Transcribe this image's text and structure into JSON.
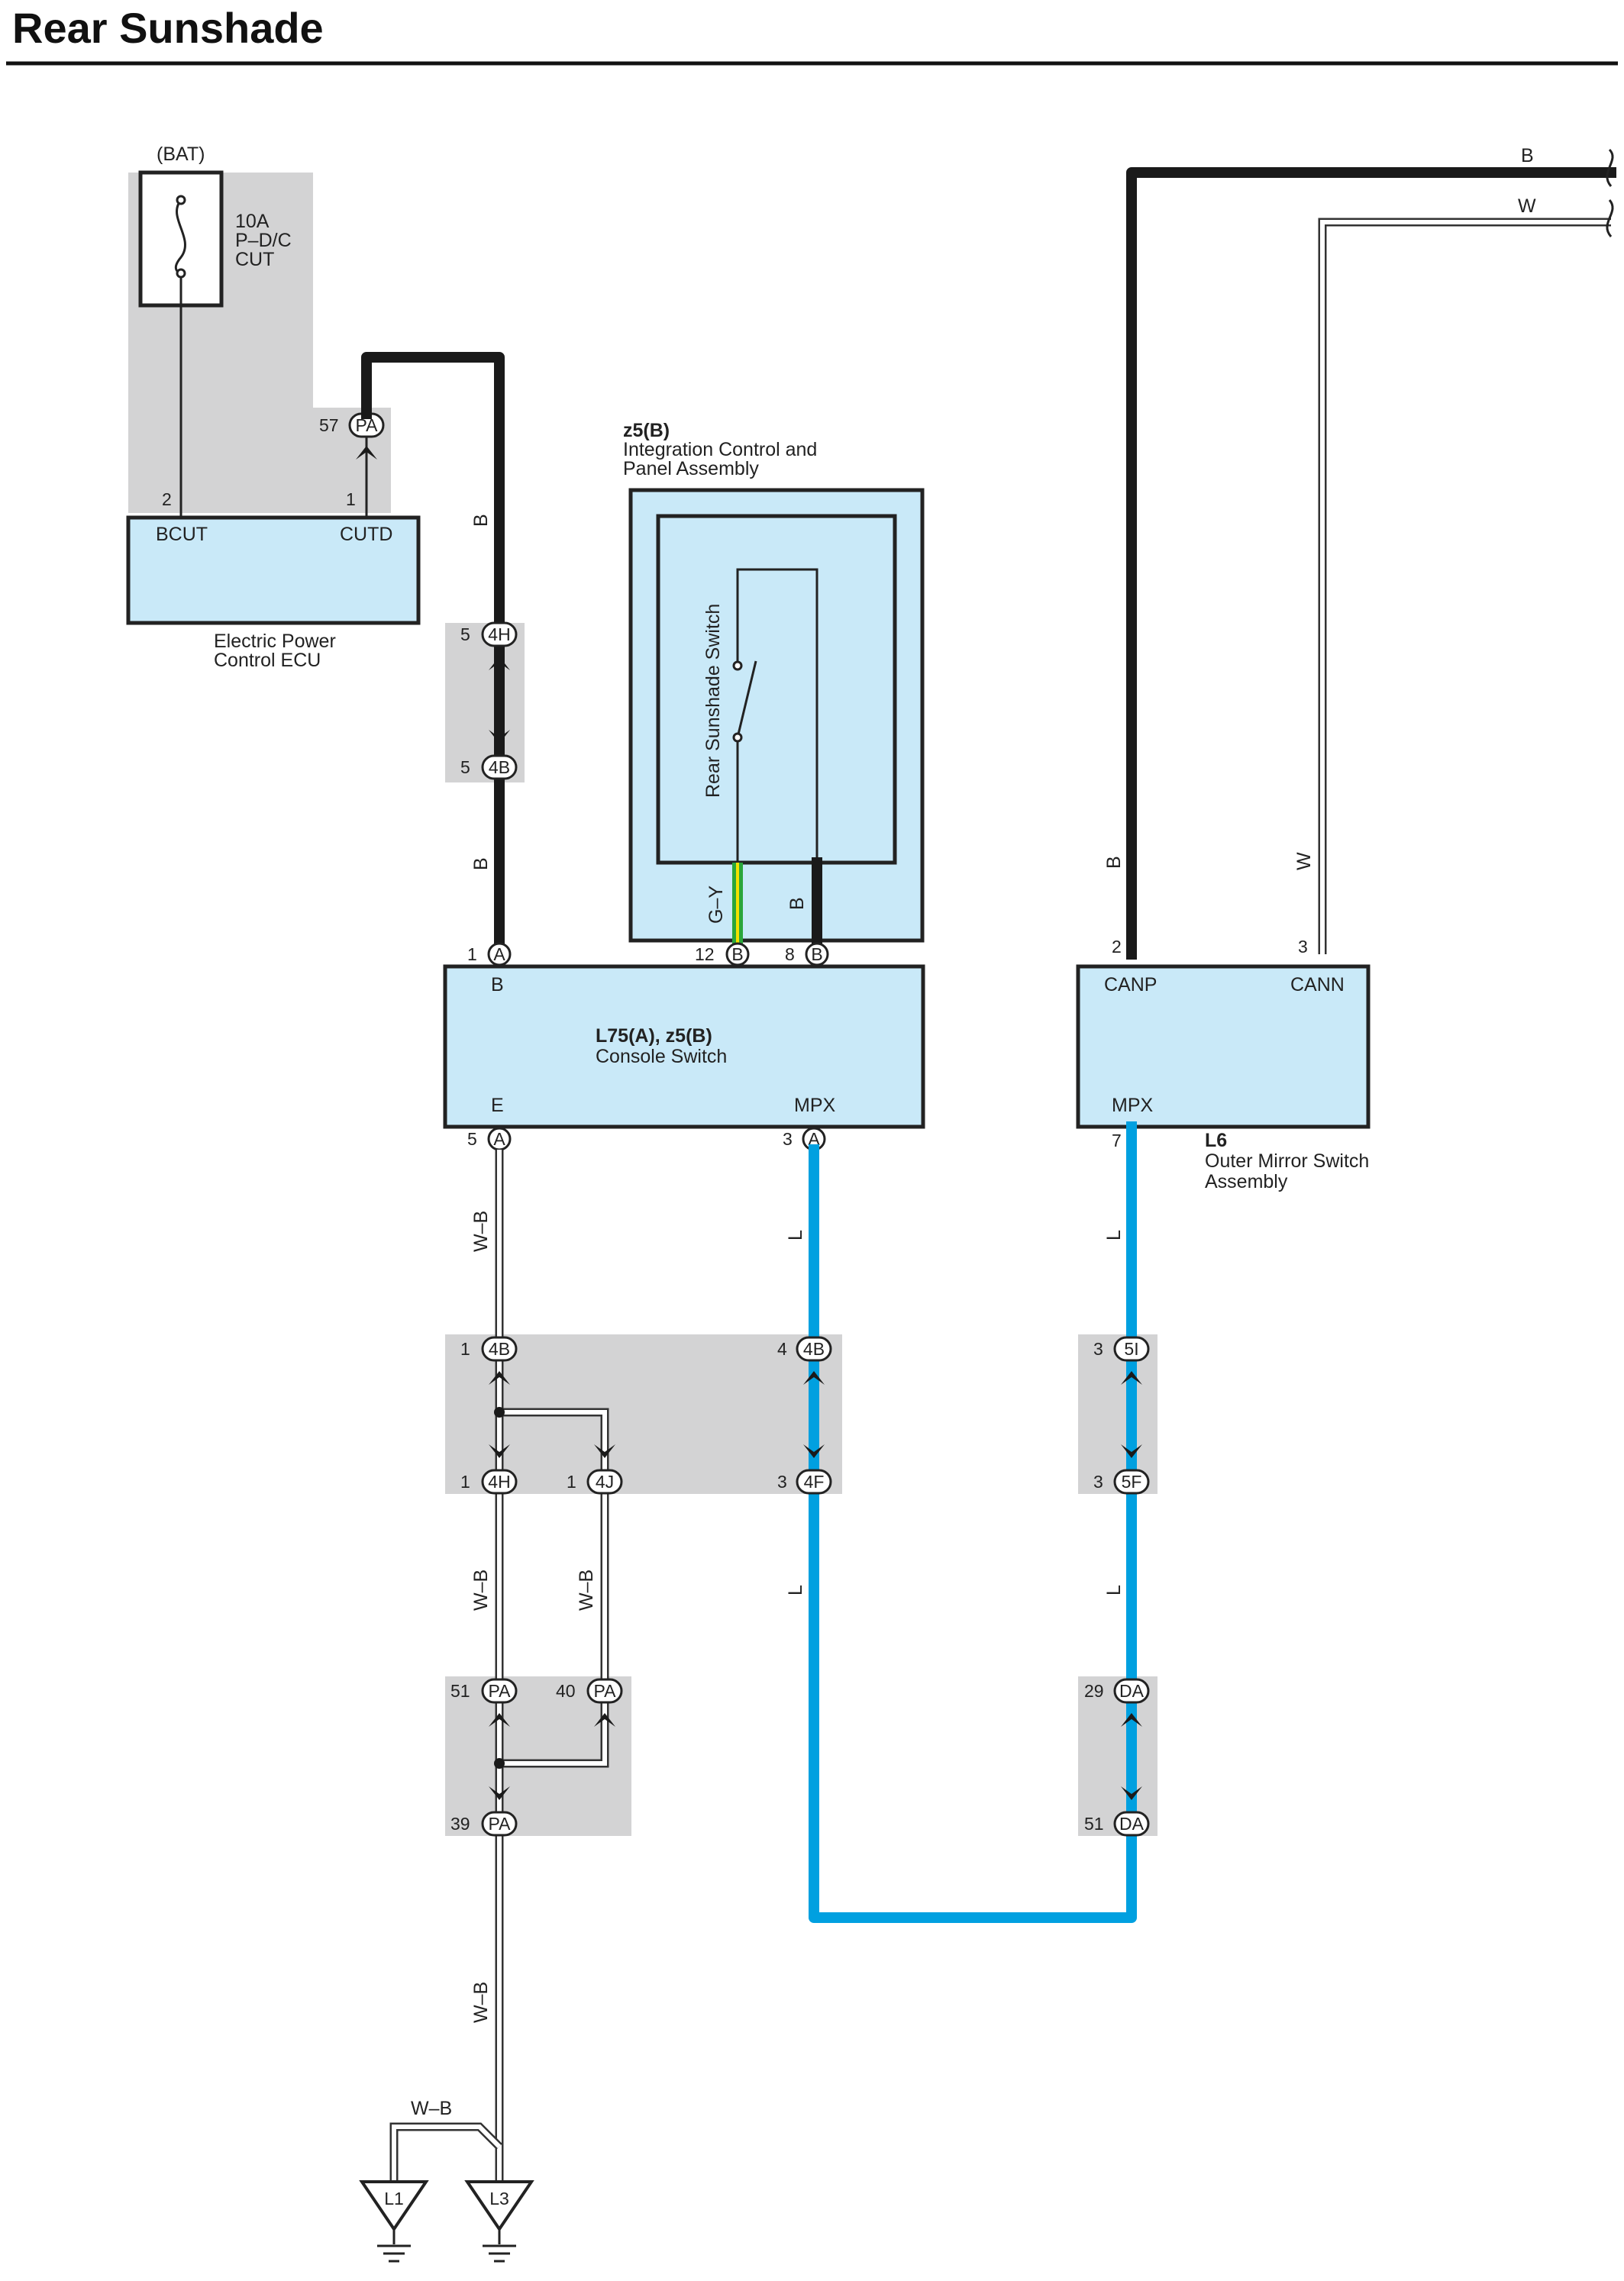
{
  "title": "Rear Sunshade",
  "power": {
    "source": "(BAT)",
    "fuse_amp": "10A",
    "fuse_name_1": "P–D/C",
    "fuse_name_2": "CUT"
  },
  "ecu": {
    "name_1": "Electric Power",
    "name_2": "Control ECU",
    "term_bcut": "BCUT",
    "term_cutd": "CUTD",
    "pin_bcut": "2",
    "pin_cutd": "1"
  },
  "integration_panel": {
    "code": "z5(B)",
    "name_1": "Integration Control and",
    "name_2": "Panel Assembly",
    "switch_name": "Rear Sunshade Switch"
  },
  "console_switch": {
    "code": "L75(A), z5(B)",
    "name": "Console Switch",
    "term_b": "B",
    "term_e": "E",
    "term_mpx": "MPX"
  },
  "mirror_switch": {
    "code": "L6",
    "name_1": "Outer Mirror Switch",
    "name_2": "Assembly",
    "term_canp": "CANP",
    "term_cann": "CANN",
    "term_mpx": "MPX",
    "pin_canp": "2",
    "pin_cann": "3",
    "pin_mpx": "7"
  },
  "wire_colors": {
    "b": "B",
    "w": "W",
    "gy": "G–Y",
    "l": "L",
    "wb": "W–B"
  },
  "connectors": {
    "pa57": {
      "pin": "57",
      "code": "PA"
    },
    "h4_top": {
      "pin": "5",
      "code": "4H"
    },
    "b4_top": {
      "pin": "5",
      "code": "4B"
    },
    "a1": {
      "pin": "1",
      "code": "A"
    },
    "b12": {
      "pin": "12",
      "code": "B"
    },
    "b8": {
      "pin": "8",
      "code": "B"
    },
    "a5": {
      "pin": "5",
      "code": "A"
    },
    "a3": {
      "pin": "3",
      "code": "A"
    },
    "b4_1": {
      "pin": "1",
      "code": "4B"
    },
    "b4_4": {
      "pin": "4",
      "code": "4B"
    },
    "i5_3": {
      "pin": "3",
      "code": "5I"
    },
    "h4_1": {
      "pin": "1",
      "code": "4H"
    },
    "j4_1": {
      "pin": "1",
      "code": "4J"
    },
    "f4_3": {
      "pin": "3",
      "code": "4F"
    },
    "f5_3": {
      "pin": "3",
      "code": "5F"
    },
    "pa51": {
      "pin": "51",
      "code": "PA"
    },
    "pa40": {
      "pin": "40",
      "code": "PA"
    },
    "pa39": {
      "pin": "39",
      "code": "PA"
    },
    "da29": {
      "pin": "29",
      "code": "DA"
    },
    "da51": {
      "pin": "51",
      "code": "DA"
    }
  },
  "grounds": {
    "g1": "L1",
    "g2": "L3"
  },
  "colors": {
    "component_fill": "#c9e9f8",
    "splice_fill": "#d3d3d4",
    "wire_l": "#00a0e0",
    "wire_b": "#1a1a1a"
  }
}
